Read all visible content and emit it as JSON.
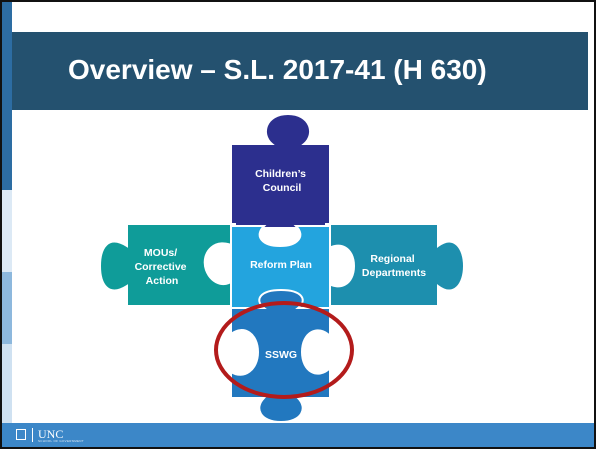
{
  "slide": {
    "title": "Overview – S.L. 2017-41 (H 630)"
  },
  "puzzle": {
    "pieces": {
      "council": {
        "label": [
          "Children’s",
          "Council"
        ],
        "color": "#2c2f8e"
      },
      "reform": {
        "label": [
          "Reform Plan"
        ],
        "color": "#23a4de"
      },
      "mous": {
        "label": [
          "MOUs/",
          "Corrective",
          "Action"
        ],
        "color": "#0f9c99"
      },
      "regional": {
        "label": [
          "Regional",
          "Departments"
        ],
        "color": "#1d8fae"
      },
      "sswg": {
        "label": [
          "SSWG"
        ],
        "color": "#2278bf"
      }
    },
    "highlight_color": "#b31b1b"
  },
  "footer": {
    "logo_text": "UNC",
    "logo_subtext": "SCHOOL OF GOVERNMENT"
  },
  "theme": {
    "title_band": "#24516f",
    "footer_bar": "#3c87c8",
    "rail_colors": [
      "#2d6da3",
      "#dce9f5",
      "#8db8dd",
      "#cfe1f1"
    ]
  }
}
